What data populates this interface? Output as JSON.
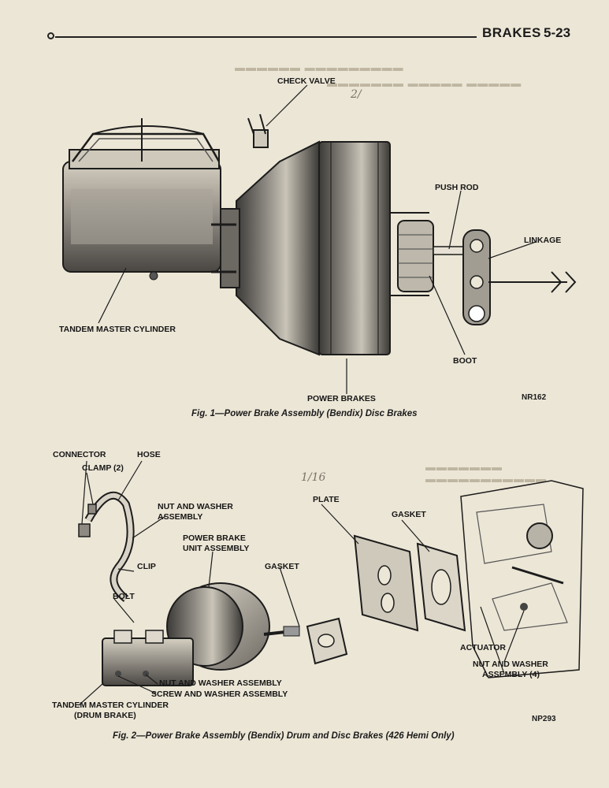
{
  "header": {
    "section": "BRAKES",
    "page_number": "5-23"
  },
  "figure1": {
    "labels": {
      "check_valve": "CHECK VALVE",
      "push_rod": "PUSH ROD",
      "linkage": "LINKAGE",
      "tandem_master_cylinder": "TANDEM MASTER CYLINDER",
      "boot": "BOOT",
      "power_brakes": "POWER BRAKES"
    },
    "code": "NR162",
    "caption": "Fig. 1—Power Brake Assembly (Bendix) Disc Brakes"
  },
  "figure2": {
    "labels": {
      "connector": "CONNECTOR",
      "clamp": "CLAMP (2)",
      "hose": "HOSE",
      "nut_washer_line1": "NUT AND WASHER",
      "nut_washer_line2": "ASSEMBLY",
      "clip": "CLIP",
      "power_unit_line1": "POWER BRAKE",
      "power_unit_line2": "UNIT ASSEMBLY",
      "bolt": "BOLT",
      "gasket_left": "GASKET",
      "plate": "PLATE",
      "gasket_right": "GASKET",
      "actuator": "ACTUATOR",
      "nut_washer4_line1": "NUT AND WASHER",
      "nut_washer4_line2": "ASSEMBLY (4)",
      "nut_washer_bottom": "NUT AND WASHER ASSEMBLY",
      "screw_washer": "SCREW AND WASHER ASSEMBLY",
      "tmc_drum_line1": "TANDEM MASTER CYLINDER",
      "tmc_drum_line2": "(DRUM BRAKE)"
    },
    "code": "NP293",
    "caption": "Fig. 2—Power Brake Assembly (Bendix) Drum and Disc Brakes (426 Hemi Only)"
  },
  "annotations": {
    "pencil_top": "2/",
    "pencil_mid": "1/16"
  }
}
